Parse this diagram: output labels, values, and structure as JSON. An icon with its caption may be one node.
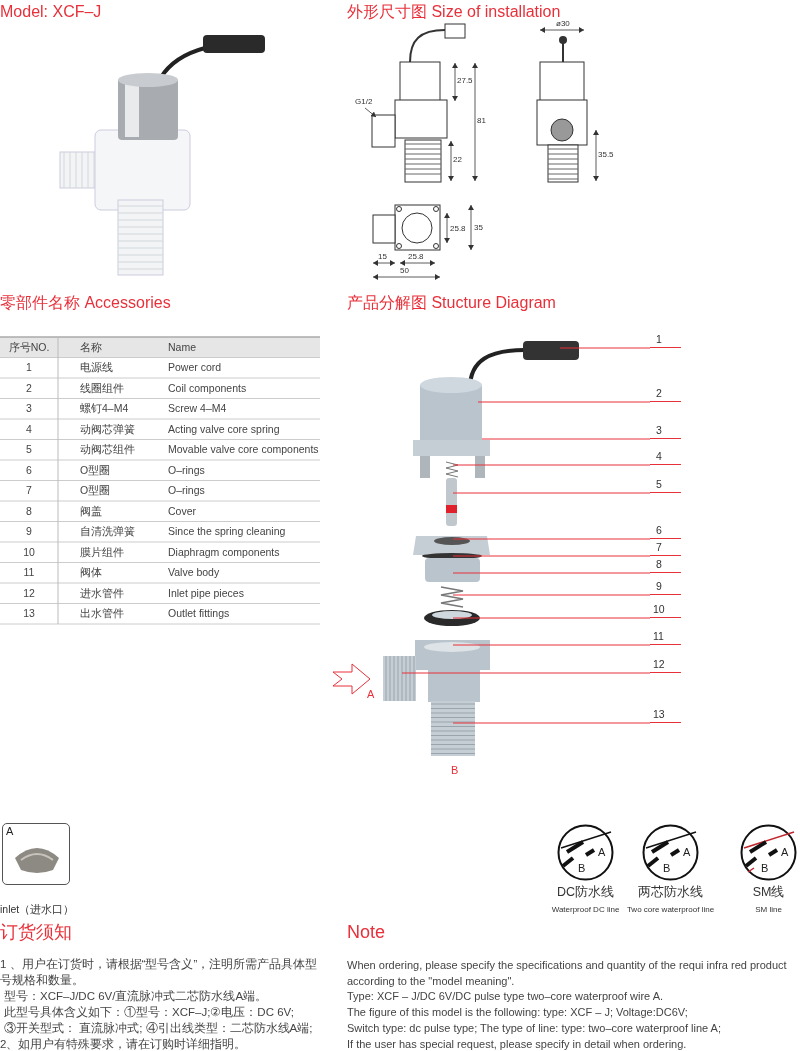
{
  "diagram": {
    "nodes": [
      {
        "text": [
          "1"
        ]
      },
      {
        "text": [
          "2"
        ]
      },
      {
        "text": [
          "3"
        ]
      },
      {
        "text": [
          "4"
        ]
      },
      {
        "text": [
          "5"
        ]
      },
      {
        "text": [
          "6"
        ]
      },
      {
        "text": [
          "7"
        ]
      },
      {
        "text": [
          "8"
        ]
      },
      {
        "text": [
          "9"
        ]
      },
      {
        "text": [
          "10"
        ]
      },
      {
        "text": [
          "11"
        ]
      },
      {
        "text": [
          "12"
        ]
      },
      {
        "text": [
          "13"
        ]
      },
      {
        "text": [
          "A"
        ],
        "beside": [
          "inlet（进水口）"
        ]
      },
      {
        "text": [
          "A",
          "B"
        ],
        "beside": [
          "DC防水线",
          "Waterproof DC line"
        ]
      },
      {
        "text": [
          "A",
          "B"
        ],
        "beside": [
          "两芯防水线",
          "Two core waterproof line"
        ]
      },
      {
        "text": [
          "A",
          "B"
        ],
        "beside": [
          "SM线",
          "SM line"
        ]
      }
    ],
    "edges": [
      {
        "from": 0,
        "to": null,
        "arrow": "none"
      },
      {
        "from": 1,
        "to": null,
        "arrow": "none"
      },
      {
        "from": 2,
        "to": null,
        "arrow": "none"
      },
      {
        "from": 3,
        "to": null,
        "arrow": "none"
      },
      {
        "from": 4,
        "to": null,
        "arrow": "none"
      },
      {
        "from": 5,
        "to": null,
        "arrow": "none"
      },
      {
        "from": 6,
        "to": null,
        "arrow": "none"
      },
      {
        "from": 7,
        "to": null,
        "arrow": "none"
      },
      {
        "from": 8,
        "to": null,
        "arrow": "none"
      },
      {
        "from": 9,
        "to": null,
        "arrow": "none"
      },
      {
        "from": 10,
        "to": null,
        "arrow": "none"
      },
      {
        "from": 11,
        "to": null,
        "arrow": "none"
      },
      {
        "from": 12,
        "to": null,
        "arrow": "none"
      }
    ],
    "labels": [
      "Model: XCF–J",
      "外形尺寸图 Size of installation",
      "ø30",
      "G1/2",
      "27.5",
      "81",
      "22",
      "35.5",
      "25.8",
      "35",
      "15",
      "25.8",
      "50",
      "零部件名称 Accessories",
      "序号NO.",
      "名称",
      "Name",
      "1",
      "电源线",
      "Power cord",
      "2",
      "线圈组件",
      "Coil components",
      "3",
      "螺钉4–M4",
      "Screw 4–M4",
      "4",
      "动阀芯弹簧",
      "Acting valve core spring",
      "5",
      "动阀芯组件",
      "Movable valve core components",
      "6",
      "O型圈",
      "O–rings",
      "7",
      "O型圈",
      "O–rings",
      "8",
      "阀盖",
      "Cover",
      "9",
      "自清洗弹簧",
      "Since the spring cleaning",
      "10",
      "膜片组件",
      "Diaphragm components",
      "11",
      "阀体",
      "Valve body",
      "12",
      "进水管件",
      "Inlet pipe pieces",
      "13",
      "出水管件",
      "Outlet fittings",
      "产品分解图 Stucture Diagram",
      "A",
      "B",
      "订货须知",
      "1 、用户在订货时，请根据“型号含义”，注明所需产品具体型号规格和数量。",
      "型号：XCF–J/DC 6V/直流脉冲式二芯防水线A端。",
      "此型号具体含义如下：①型号：XCF–J;②电压：DC 6V;",
      "③开关型式： 直流脉冲式; ④引出线类型：二芯防水线A端;",
      "2、如用户有特殊要求，请在订购时详细指明。",
      "Note",
      "When ordering, please specify the specifications and quantity of the requi infra red product according to the \"model meaning\".",
      "Type: XCF – J/DC 6V/DC pulse type two–core waterproof wire A.",
      "The figure of this model is the following: type: XCF – J; Voltage:DC6V;",
      "Switch type: dc pulse type; The type of line: type: two–core waterproof line A;",
      "If the user has special request, please specify in detail when ordering."
    ]
  }
}
